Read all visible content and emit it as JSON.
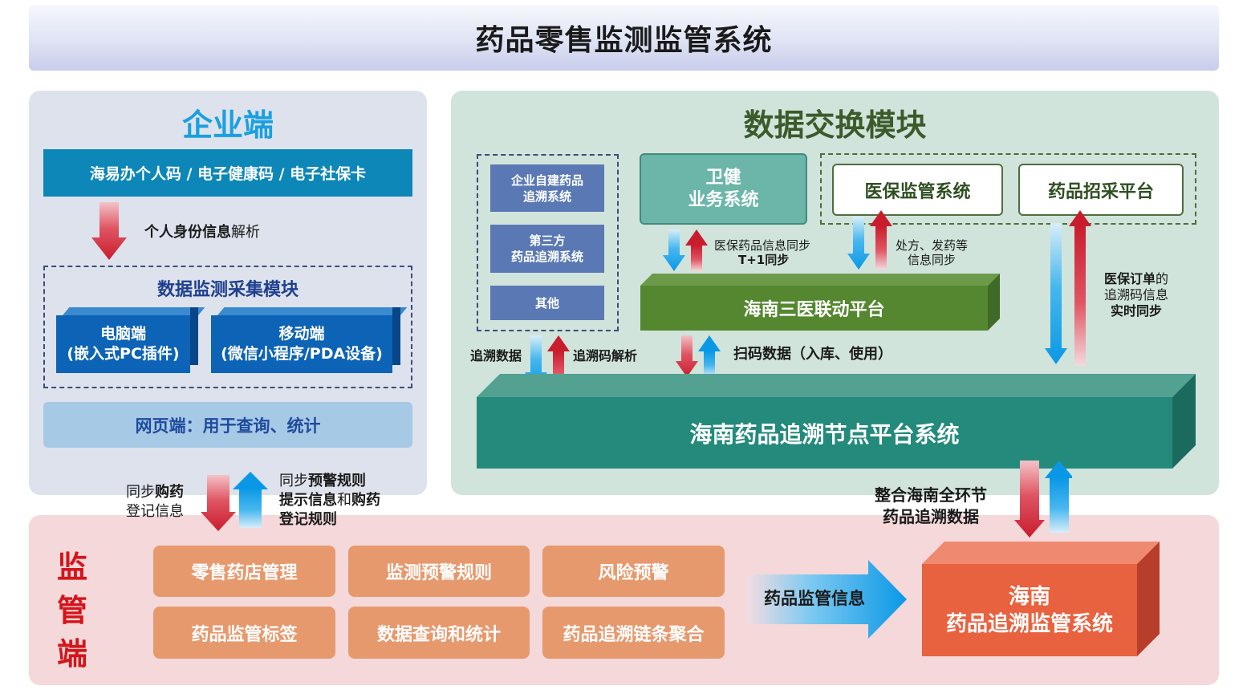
{
  "title": "药品零售监测监管系统",
  "enterprise": {
    "title": "企业端",
    "id_bar": "海易办个人码 / 电子健康码 / 电子社保卡",
    "id_label_bold": "个人身份信息",
    "id_label_rest": "解析",
    "collect_title": "数据监测采集模块",
    "pc_line1": "电脑端",
    "pc_line2": "(嵌入式PC插件)",
    "mobile_line1": "移动端",
    "mobile_line2": "(微信小程序/PDA设备)",
    "web_bar": "网页端：用于查询、统计"
  },
  "exchange": {
    "title": "数据交换模块",
    "side_items": [
      "企业自建药品\n追溯系统",
      "第三方\n药品追溯系统",
      "其他"
    ],
    "health_line1": "卫健",
    "health_line2": "业务系统",
    "medical_insurance": "医保监管系统",
    "procurement": "药品招采平台",
    "sync_label_1": "医保药品信息同步",
    "sync_label_2": "T+1同步",
    "rx_label_1": "处方、发药等",
    "rx_label_2": "信息同步",
    "three_med": "海南三医联动平台",
    "order_b1": "医保订单",
    "order_r1": "的",
    "order_r2": "追溯码信息",
    "order_b3": "实时同步",
    "trace_data": "追溯数据",
    "trace_parse": "追溯码解析",
    "scan_data": "扫码数据（入库、使用）",
    "node_platform": "海南药品追溯节点平台系统"
  },
  "links": {
    "sync_purchase_1a": "同步",
    "sync_purchase_1b": "购药",
    "sync_purchase_2": "登记信息",
    "sync_rules_1a": "同步",
    "sync_rules_1b": "预警规则",
    "sync_rules_2a": "提示信息",
    "sync_rules_2b": "和",
    "sync_rules_2c": "购药",
    "sync_rules_3": "登记规则",
    "integrate_1": "整合海南全环节",
    "integrate_2": "药品追溯数据"
  },
  "supervision": {
    "title_chars": [
      "监",
      "管",
      "端"
    ],
    "buttons": [
      "零售药店管理",
      "监测预警规则",
      "风险预警",
      "药品监管标签",
      "数据查询和统计",
      "药品追溯链条聚合"
    ],
    "info_label": "药品监管信息",
    "system_line1": "海南",
    "system_line2": "药品追溯监管系统"
  },
  "colors": {
    "enterprise_accent": "#1aa0e0",
    "exchange_accent": "#3c5a2a",
    "supervision_accent": "#d4151b",
    "arrow_red": "#d32f3c",
    "arrow_blue": "#1aa6ec"
  }
}
